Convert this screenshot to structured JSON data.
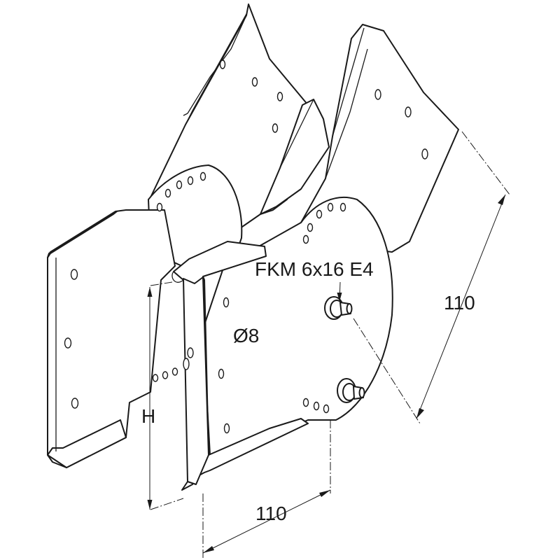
{
  "labels": {
    "fastener": "FKM 6x16 E4",
    "hole_diameter": "Ø8",
    "height": "H",
    "length_right": "110",
    "length_bottom": "110"
  }
}
